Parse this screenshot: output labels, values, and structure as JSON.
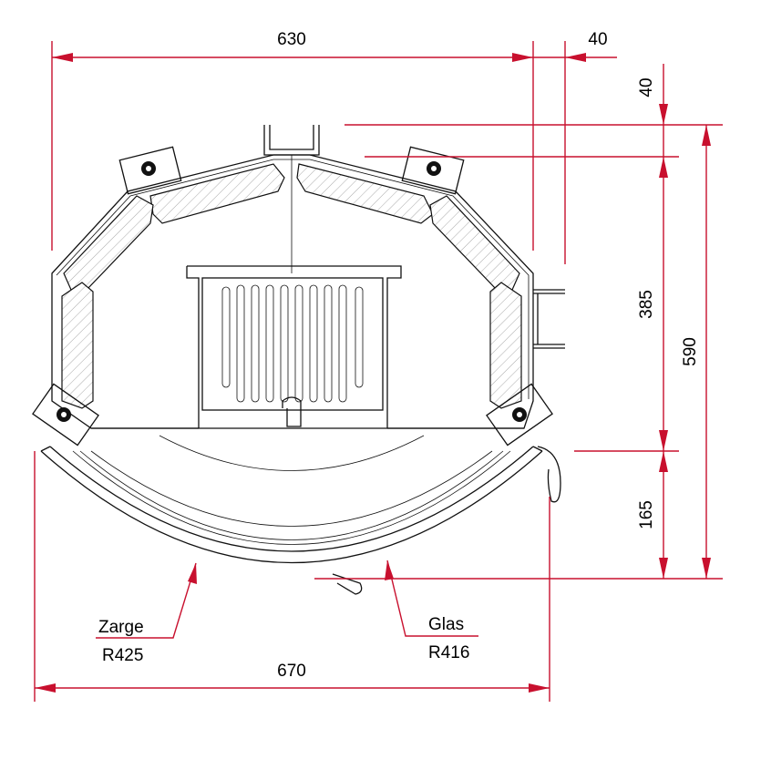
{
  "dimensions": {
    "top_width": "630",
    "top_offset": "40",
    "right_top_offset": "40",
    "right_middle": "385",
    "right_total": "590",
    "right_bottom": "165",
    "bottom_width": "670"
  },
  "labels": {
    "frame": {
      "name": "Zarge",
      "radius": "R425"
    },
    "glass": {
      "name": "Glas",
      "radius": "R416"
    }
  },
  "colors": {
    "dimension": "#c8102e",
    "outline": "#111111"
  }
}
